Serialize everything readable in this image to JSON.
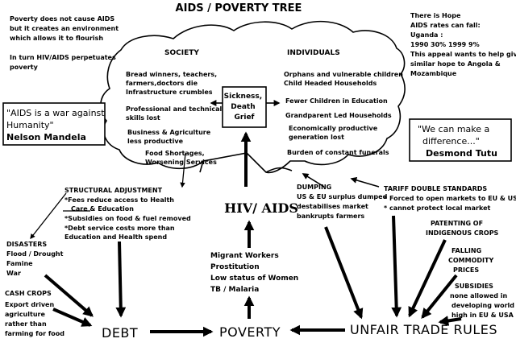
{
  "title": "AIDS / POVERTY TREE",
  "intro": {
    "lines": [
      "Poverty does not cause AIDS",
      "but it creates an environment",
      "which allows it to flourish",
      "",
      "In turn HIV/AIDS perpetuates",
      "poverty"
    ]
  },
  "hope": {
    "lines": [
      "There is Hope",
      "AIDS rates can fall:",
      "Uganda :",
      "1990 30% 1999 9%",
      "This appeal wants to help give",
      " similar hope to Angola &",
      "Mozambique"
    ]
  },
  "quote_mandela": {
    "lines": [
      "\"AIDS is a war against",
      "Humanity\"",
      "Nelson Mandela"
    ]
  },
  "quote_tutu": {
    "lines": [
      "\"We can make a",
      "difference...\"",
      "Desmond Tutu"
    ]
  },
  "society": {
    "heading": "SOCIETY",
    "items": [
      [
        "Bread winners, teachers,",
        "farmers,doctors die",
        "Infrastructure crumbles"
      ],
      [
        "Professional and technical",
        "skills lost"
      ],
      [
        "Business & Agriculture",
        "less productive"
      ],
      [
        "Food Shortages,",
        "Worsening Services"
      ]
    ]
  },
  "individuals": {
    "heading": "INDIVIDUALS",
    "items": [
      [
        "Orphans and vulnerable children",
        "Child Headed Households"
      ],
      [
        "Fewer Children in Education"
      ],
      [
        "Grandparent Led Households"
      ],
      [
        "Economically productive",
        "generation lost"
      ],
      [
        "Burden of constant funerals"
      ]
    ]
  },
  "center_box": {
    "lines": [
      "Sickness,",
      "Death",
      "Grief"
    ]
  },
  "hiv": "HIV/ AIDS",
  "causes": {
    "lines": [
      "Migrant Workers",
      "Prostitution",
      "Low status of Women",
      "TB / Malaria"
    ]
  },
  "structural": {
    "heading": "STRUCTURAL ADJUSTMENT",
    "lines": [
      "*Fees reduce access to Health",
      "Care & Education",
      "*Subsidies on food & fuel removed",
      "*Debt  service costs more than",
      "Education and Health  spend"
    ]
  },
  "disasters": {
    "lines": [
      "DISASTERS",
      "Flood / Drought",
      "Famine",
      "War"
    ]
  },
  "cash_crops": {
    "lines": [
      "CASH CROPS",
      "Export driven",
      "agriculture",
      "rather than",
      "farming for food"
    ]
  },
  "debt": "DEBT",
  "poverty": "POVERTY",
  "unfair": "UNFAIR TRADE RULES",
  "dumping": {
    "lines": [
      "DUMPING",
      "US & EU surplus dumped",
      "destabilises market",
      "bankrupts farmers"
    ]
  },
  "tariff": {
    "lines": [
      "TARIFF DOUBLE STANDARDS",
      "* Forced to open markets to EU & USA",
      "* cannot protect local market"
    ]
  },
  "patenting": {
    "lines": [
      "PATENTING OF",
      "INDIGENOUS CROPS"
    ]
  },
  "falling": {
    "lines": [
      "FALLING",
      "COMMODITY",
      "PRICES"
    ]
  },
  "subsidies": {
    "lines": [
      "SUBSIDIES",
      "none allowed in",
      "developing world",
      "high in EU & USA"
    ]
  }
}
